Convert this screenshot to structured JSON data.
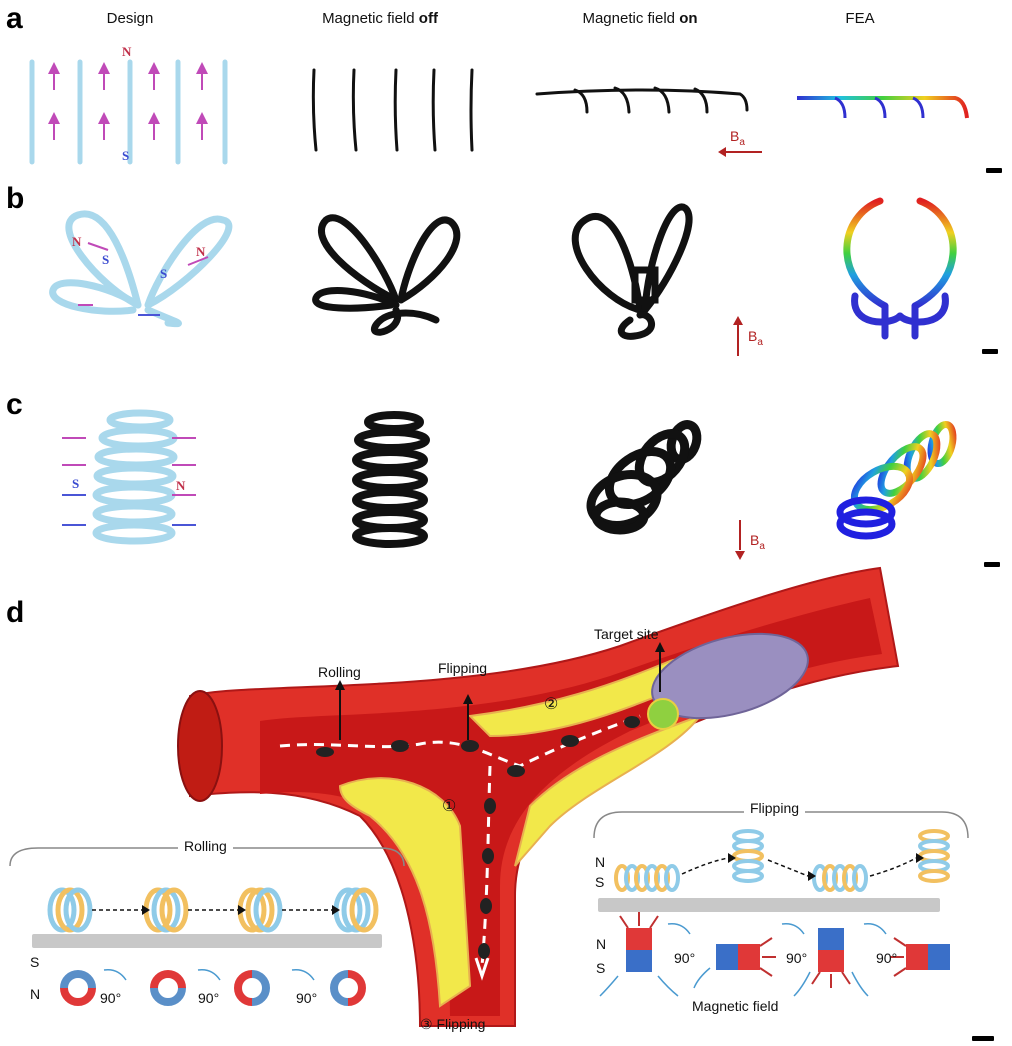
{
  "panels": {
    "a": "a",
    "b": "b",
    "c": "c",
    "d": "d"
  },
  "columns": {
    "design": "Design",
    "off_prefix": "Magnetic field ",
    "off_bold": "off",
    "on_prefix": "Magnetic field ",
    "on_bold": "on",
    "fea": "FEA"
  },
  "poles": {
    "n": "N",
    "s": "S"
  },
  "field_label": {
    "b": "B",
    "sub": "a"
  },
  "panel_d": {
    "rolling": "Rolling",
    "flipping": "Flipping",
    "target_site": "Target site",
    "marker_1": "①",
    "marker_2": "②",
    "bottom_flipping": "③ Flipping",
    "rolling_inset_title": "Rolling",
    "flipping_inset_title": "Flipping",
    "angle": "90°",
    "magnetic_field": "Magnetic field"
  },
  "colors": {
    "design_blue": "#a9d8ec",
    "arrow_magenta": "#c04ab8",
    "arrow_blue": "#4a55d6",
    "field_red": "#b22222",
    "vessel_red": "#d42020",
    "plaque_yellow": "#f2e84a",
    "clot_purple": "#9a8fc0"
  }
}
